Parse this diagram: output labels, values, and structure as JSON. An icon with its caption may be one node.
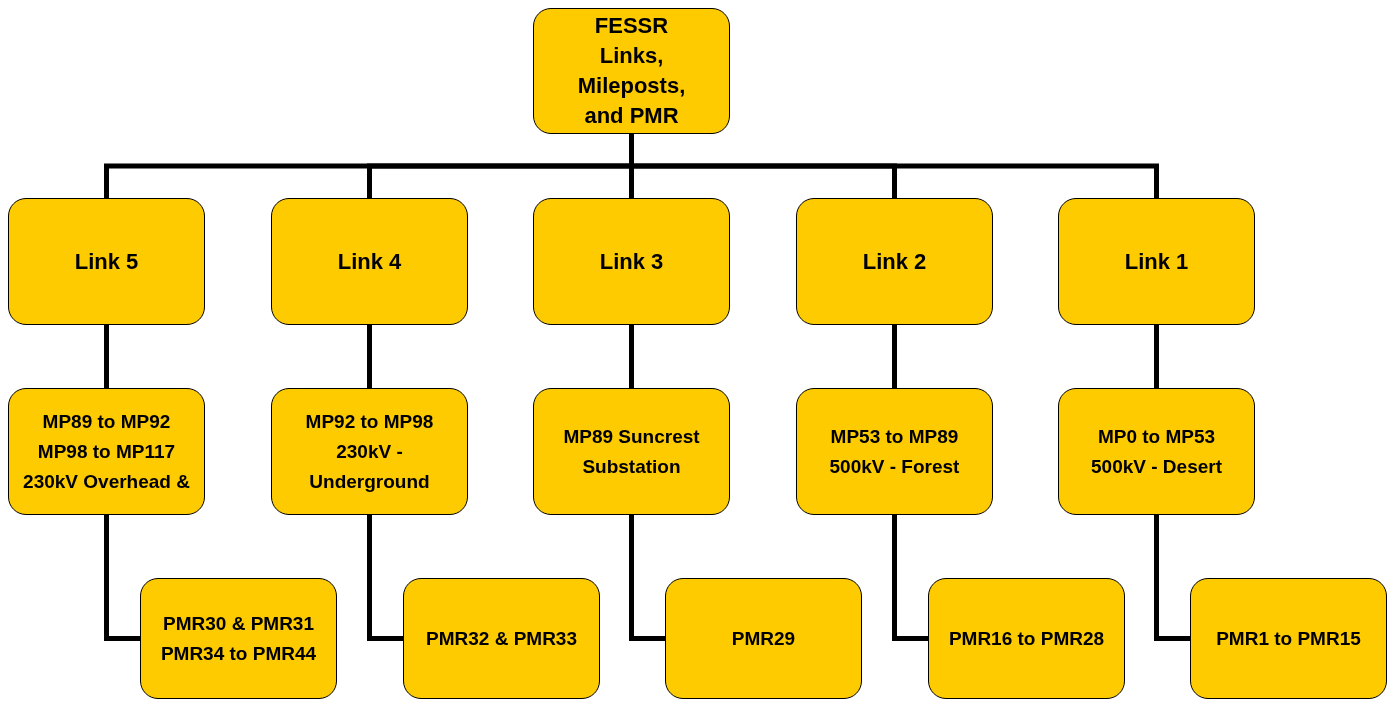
{
  "diagram": {
    "nodes": [
      {
        "text": [
          "FESSR Links, Mileposts, and PMR"
        ]
      },
      {
        "text": [
          "Link 5"
        ]
      },
      {
        "text": [
          "Link 4"
        ]
      },
      {
        "text": [
          "Link 3"
        ]
      },
      {
        "text": [
          "Link 2"
        ]
      },
      {
        "text": [
          "Link 1"
        ]
      },
      {
        "text": [
          "MP89 to MP92 MP98 to MP117 230kV Overhead &"
        ]
      },
      {
        "text": [
          "MP92 to MP98 230kV - Underground"
        ]
      },
      {
        "text": [
          "MP89 Suncrest Substation"
        ]
      },
      {
        "text": [
          "MP53 to MP89 500kV - Forest"
        ]
      },
      {
        "text": [
          "MP0 to MP53 500kV - Desert"
        ]
      },
      {
        "text": [
          "PMR30 & PMR31 PMR34 to PMR44"
        ]
      },
      {
        "text": [
          "PMR32 & PMR33"
        ]
      },
      {
        "text": [
          "PMR29"
        ]
      },
      {
        "text": [
          "PMR16 to PMR28"
        ]
      },
      {
        "text": [
          "PMR1 to PMR15"
        ]
      }
    ],
    "edges": [
      {
        "from": 0,
        "to": 1,
        "arrow": "none"
      },
      {
        "from": 0,
        "to": 2,
        "arrow": "none"
      },
      {
        "from": 0,
        "to": 3,
        "arrow": "none"
      },
      {
        "from": 0,
        "to": 4,
        "arrow": "none"
      },
      {
        "from": 0,
        "to": 5,
        "arrow": "none"
      },
      {
        "from": 1,
        "to": 6,
        "arrow": "none"
      },
      {
        "from": 2,
        "to": 7,
        "arrow": "none"
      },
      {
        "from": 3,
        "to": 8,
        "arrow": "none"
      },
      {
        "from": 4,
        "to": 9,
        "arrow": "none"
      },
      {
        "from": 5,
        "to": 10,
        "arrow": "none"
      },
      {
        "from": 6,
        "to": 11,
        "arrow": "none"
      },
      {
        "from": 7,
        "to": 12,
        "arrow": "none"
      },
      {
        "from": 8,
        "to": 13,
        "arrow": "none"
      },
      {
        "from": 9,
        "to": 14,
        "arrow": "none"
      },
      {
        "from": 10,
        "to": 15,
        "arrow": "none"
      }
    ]
  }
}
